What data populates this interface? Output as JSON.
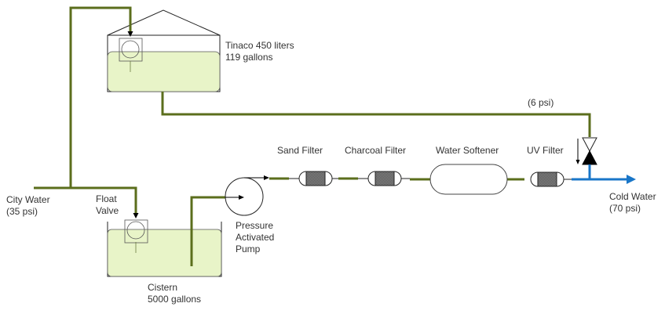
{
  "diagram": {
    "title": "Water system diagram",
    "colors": {
      "pipe_green": "#5b6e1c",
      "pipe_blue": "#1976c8",
      "tank_fill": "#e8f4c8",
      "stroke": "#222222",
      "label": "#333333"
    },
    "labels": {
      "tinaco_line1": "Tinaco 450 liters",
      "tinaco_line2": "119 gallons",
      "pressure_6": "(6 psi)",
      "city_water_line1": "City Water",
      "city_water_line2": "(35 psi)",
      "float_valve_line1": "Float",
      "float_valve_line2": "Valve",
      "cistern_line1": "Cistern",
      "cistern_line2": "5000 gallons",
      "pump_line1": "Pressure",
      "pump_line2": "Activated",
      "pump_line3": "Pump",
      "sand_filter": "Sand Filter",
      "charcoal_filter": "Charcoal Filter",
      "water_softener": "Water Softener",
      "uv_filter": "UV Filter",
      "cold_water_line1": "Cold Water",
      "cold_water_line2": "(70 psi)"
    },
    "components": [
      {
        "id": "tinaco",
        "type": "tank",
        "icon": "roof-tank-icon"
      },
      {
        "id": "cistern",
        "type": "tank",
        "icon": "open-tank-icon"
      },
      {
        "id": "pump",
        "type": "pump",
        "icon": "pump-icon"
      },
      {
        "id": "sand-filter",
        "type": "filter",
        "icon": "cartridge-filter-icon"
      },
      {
        "id": "charcoal-filter",
        "type": "filter",
        "icon": "cartridge-filter-icon"
      },
      {
        "id": "water-softener",
        "type": "vessel",
        "icon": "pressure-vessel-icon"
      },
      {
        "id": "uv-filter",
        "type": "filter",
        "icon": "cartridge-filter-icon"
      },
      {
        "id": "check-valve",
        "type": "valve",
        "icon": "check-valve-icon"
      }
    ]
  }
}
